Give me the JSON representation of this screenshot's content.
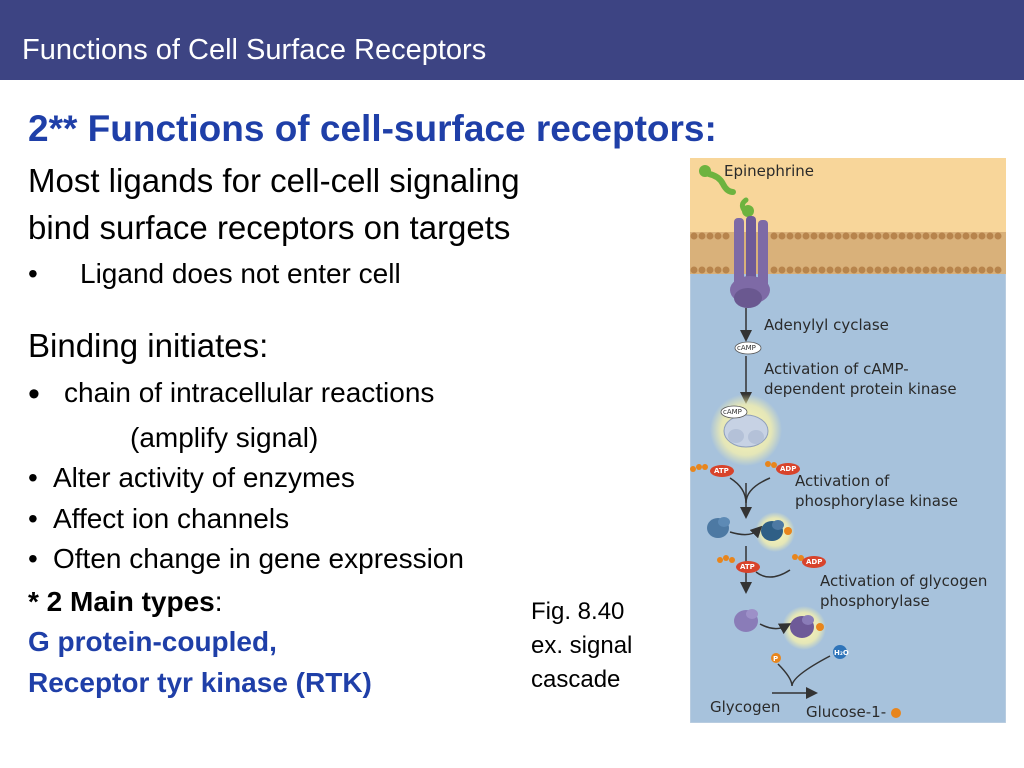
{
  "header": {
    "title": "Functions of Cell Surface Receptors"
  },
  "content": {
    "heading": "2** Functions of cell-surface receptors:",
    "line1": "Most ligands for cell-cell signaling",
    "line2": " bind surface receptors on targets",
    "bullet_ligand": {
      "marker": "•",
      "text": "Ligand does not enter cell"
    },
    "binding": "Binding initiates:",
    "bullets": [
      {
        "marker": "•",
        "text": "chain of intracellular reactions"
      },
      {
        "text": "(amplify signal)"
      },
      {
        "marker": "•",
        "text": "Alter activity of enzymes"
      },
      {
        "marker": "•",
        "text": "Affect ion channels"
      },
      {
        "marker": "•",
        "text": "Often change in gene expression"
      }
    ],
    "main_types_prefix": "* 2 Main types",
    "main_types_suffix": ":",
    "type1": "G protein-coupled,",
    "type2": "Receptor tyr kinase (RTK)"
  },
  "caption": {
    "line1": "Fig. 8.40",
    "line2": "ex. signal",
    "line3": "cascade"
  },
  "figure": {
    "labels": {
      "epinephrine": "Epinephrine",
      "adenylyl_cyclase": "Adenylyl cyclase",
      "camp_small": "cAMP",
      "camp_big": "cAMP",
      "pka1": "Activation of cAMP-",
      "pka2": "dependent protein kinase",
      "atp1": "ATP",
      "adp1": "ADP",
      "phk1": "Activation of",
      "phk2": "phosphorylase kinase",
      "atp2": "ATP",
      "adp2": "ADP",
      "gp1": "Activation of glycogen",
      "gp2": "phosphorylase",
      "h2o": "H₂O",
      "pi": "P",
      "glycogen": "Glycogen",
      "glucose": "Glucose-1-"
    },
    "colors": {
      "extracellular": "#f8d69a",
      "cytoplasm": "#a7c2dc",
      "membrane": "#b7844c",
      "receptor": "#7e6aa6",
      "ligand": "#6db33f",
      "atp": "#d8432b",
      "phosphate": "#e8851c",
      "enzyme": "#4d79a3",
      "glow": "#fff6a8"
    }
  }
}
